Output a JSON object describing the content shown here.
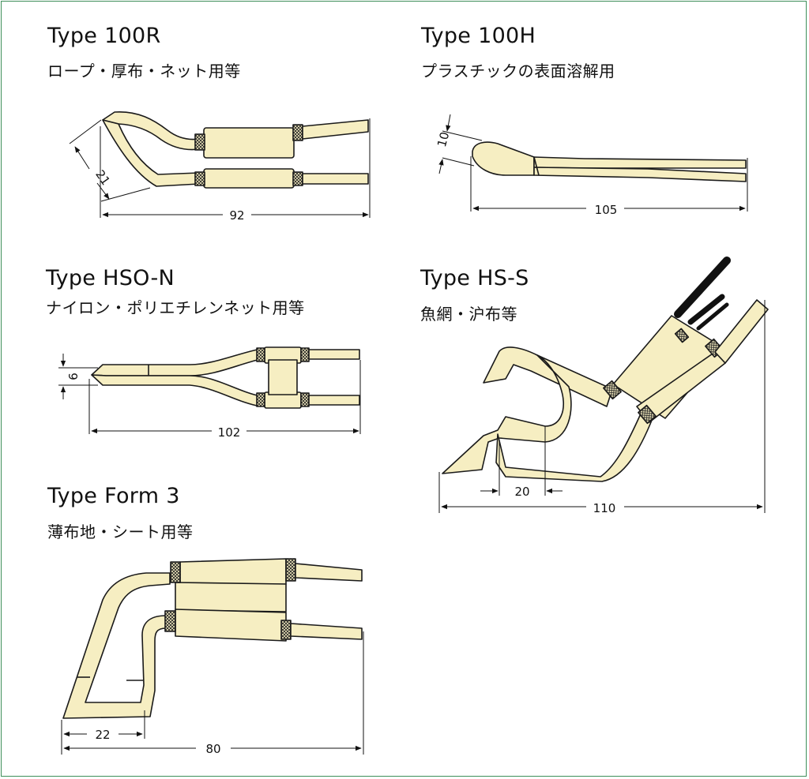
{
  "panels": [
    {
      "title": "Type 100R",
      "subtitle": "ロープ・厚布・ネット用等",
      "dims": [
        "92",
        "21"
      ]
    },
    {
      "title": "Type 100H",
      "subtitle": "プラスチックの表面溶解用",
      "dims": [
        "105",
        "10"
      ]
    },
    {
      "title": "Type HSO-N",
      "subtitle": "ナイロン・ポリエチレンネット用等",
      "dims": [
        "102",
        "6"
      ]
    },
    {
      "title": "Type HS-S",
      "subtitle": "魚網・沪布等",
      "dims": [
        "110",
        "20"
      ]
    },
    {
      "title": "Type Form 3",
      "subtitle": "薄布地・シート用等",
      "dims": [
        "80",
        "22"
      ]
    }
  ],
  "colors": {
    "tool_fill": "#f6eec2",
    "stroke": "#1a1a1a",
    "frame": "#3e8f5a",
    "cable": "#111111"
  }
}
